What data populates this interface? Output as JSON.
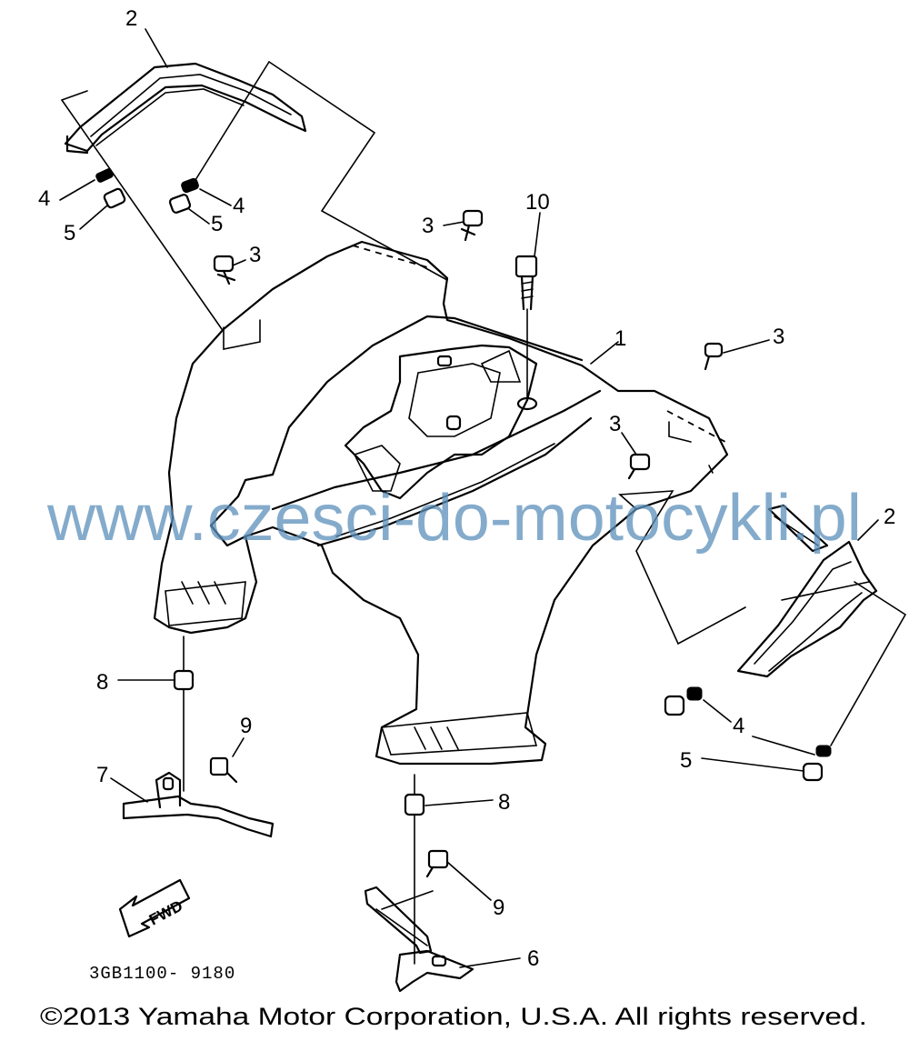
{
  "diagram": {
    "callouts": [
      {
        "id": "c2-top",
        "text": "2"
      },
      {
        "id": "c4-left",
        "text": "4"
      },
      {
        "id": "c5-left",
        "text": "5"
      },
      {
        "id": "c4-mid",
        "text": "4"
      },
      {
        "id": "c5-mid",
        "text": "5"
      },
      {
        "id": "c3-a",
        "text": "3"
      },
      {
        "id": "c3-b",
        "text": "3"
      },
      {
        "id": "c10",
        "text": "10"
      },
      {
        "id": "c1",
        "text": "1"
      },
      {
        "id": "c3-c",
        "text": "3"
      },
      {
        "id": "c3-d",
        "text": "3"
      },
      {
        "id": "c2-right",
        "text": "2"
      },
      {
        "id": "c8-left",
        "text": "8"
      },
      {
        "id": "c9-left",
        "text": "9"
      },
      {
        "id": "c7",
        "text": "7"
      },
      {
        "id": "c4-right",
        "text": "4"
      },
      {
        "id": "c5-right",
        "text": "5"
      },
      {
        "id": "c8-right",
        "text": "8"
      },
      {
        "id": "c9-right",
        "text": "9"
      },
      {
        "id": "c6",
        "text": "6"
      }
    ],
    "fwd_label": "FWD",
    "diagram_code": "3GB1100- 9180",
    "watermark": "www.czesci-do-motocykli.pl",
    "copyright": "©2013 Yamaha Motor Corporation, U.S.A. All rights reserved."
  }
}
